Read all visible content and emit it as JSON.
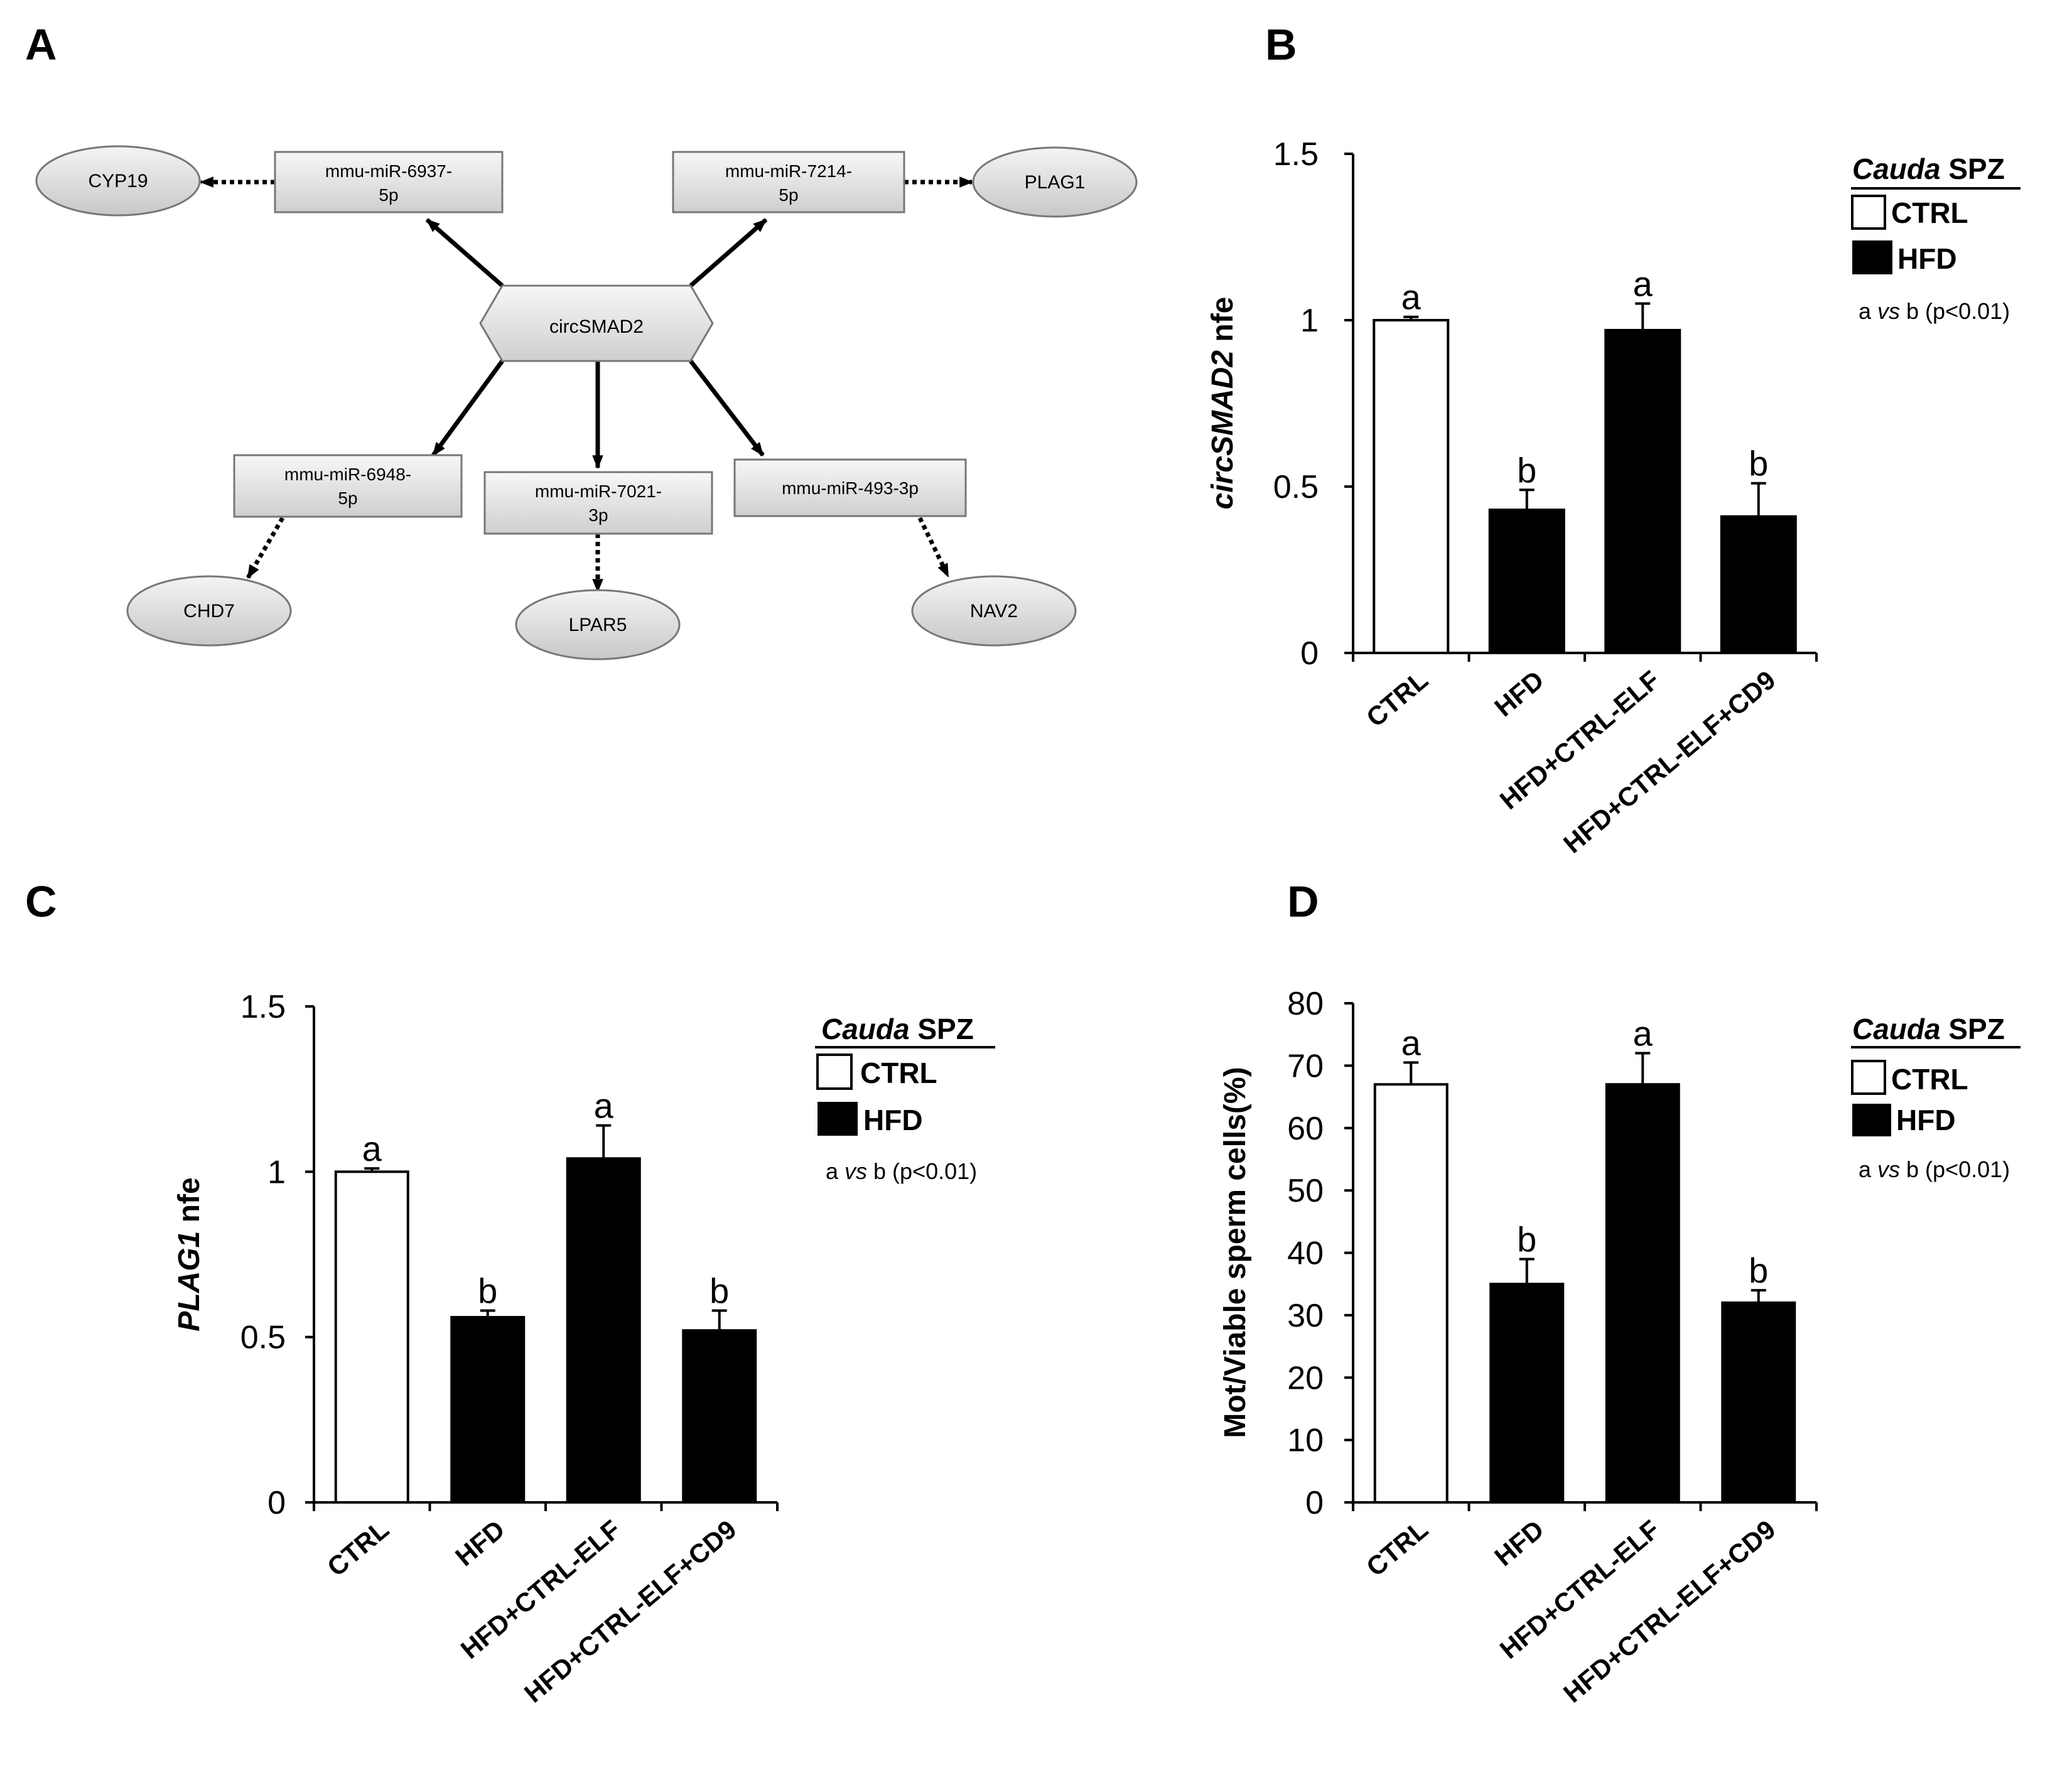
{
  "panels": {
    "A": {
      "letter": "A"
    },
    "B": {
      "letter": "B"
    },
    "C": {
      "letter": "C"
    },
    "D": {
      "letter": "D"
    }
  },
  "network": {
    "center": "circSMAD2",
    "mirnas": [
      {
        "line1": "mmu-miR-6937-",
        "line2": "5p"
      },
      {
        "line1": "mmu-miR-7214-",
        "line2": "5p"
      },
      {
        "line1": "mmu-miR-6948-",
        "line2": "5p"
      },
      {
        "line1": "mmu-miR-7021-",
        "line2": "3p"
      },
      {
        "line1": "mmu-miR-493-3p",
        "line2": ""
      }
    ],
    "targets": [
      "CYP19",
      "PLAG1",
      "CHD7",
      "LPAR5",
      "NAV2"
    ]
  },
  "legend": {
    "title_italic": "Cauda",
    "title_rest": " SPZ",
    "items": [
      "CTRL",
      "HFD"
    ],
    "sig_a": "a ",
    "sig_vs": "vs",
    "sig_rest": " b (p<0.01)"
  },
  "chart_data": [
    {
      "panel": "B",
      "type": "bar",
      "categories": [
        "CTRL",
        "HFD",
        "HFD+CTRL-ELF",
        "HFD+CTRL-ELF+CD9"
      ],
      "values": [
        1.0,
        0.43,
        0.97,
        0.41
      ],
      "errors": [
        0.01,
        0.06,
        0.08,
        0.1
      ],
      "letters": [
        "a",
        "b",
        "a",
        "b"
      ],
      "bar_fill": [
        "white",
        "black",
        "black",
        "black"
      ],
      "ylabel_italic": "circSMAD2",
      "ylabel_rest": " nfe",
      "ylim": [
        0,
        1.5
      ],
      "yticks": [
        0,
        0.5,
        1,
        1.5
      ],
      "ytick_labels": [
        "0",
        "0.5",
        "1",
        "1.5"
      ]
    },
    {
      "panel": "C",
      "type": "bar",
      "categories": [
        "CTRL",
        "HFD",
        "HFD+CTRL-ELF",
        "HFD+CTRL-ELF+CD9"
      ],
      "values": [
        1.0,
        0.56,
        1.04,
        0.52
      ],
      "errors": [
        0.01,
        0.02,
        0.1,
        0.06
      ],
      "letters": [
        "a",
        "b",
        "a",
        "b"
      ],
      "bar_fill": [
        "white",
        "black",
        "black",
        "black"
      ],
      "ylabel_italic": "PLAG1",
      "ylabel_rest": " nfe",
      "ylim": [
        0,
        1.5
      ],
      "yticks": [
        0,
        0.5,
        1,
        1.5
      ],
      "ytick_labels": [
        "0",
        "0.5",
        "1",
        "1.5"
      ]
    },
    {
      "panel": "D",
      "type": "bar",
      "categories": [
        "CTRL",
        "HFD",
        "HFD+CTRL-ELF",
        "HFD+CTRL-ELF+CD9"
      ],
      "values": [
        67,
        35,
        67,
        32
      ],
      "errors": [
        3.5,
        4.0,
        5.0,
        2.0
      ],
      "letters": [
        "a",
        "b",
        "a",
        "b"
      ],
      "bar_fill": [
        "white",
        "black",
        "black",
        "black"
      ],
      "ylabel_italic": "",
      "ylabel_rest": "Mot/Viable sperm cells(%)",
      "ylim": [
        0,
        80
      ],
      "yticks": [
        0,
        10,
        20,
        30,
        40,
        50,
        60,
        70,
        80
      ],
      "ytick_labels": [
        "0",
        "10",
        "20",
        "30",
        "40",
        "50",
        "60",
        "70",
        "80"
      ]
    }
  ]
}
